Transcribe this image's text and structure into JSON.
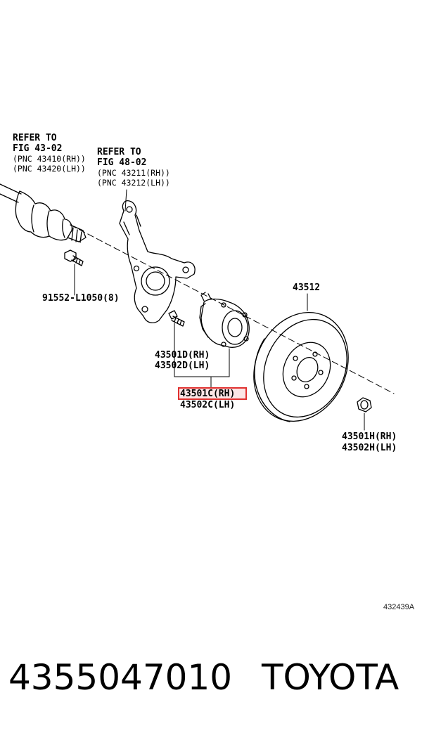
{
  "references": [
    {
      "line1": "REFER TO",
      "line2": "FIG 43-02",
      "line3": "(PNC 43410(RH))",
      "line4": "(PNC 43420(LH))"
    },
    {
      "line1": "REFER TO",
      "line2": "FIG 48-02",
      "line3": "(PNC 43211(RH))",
      "line4": "(PNC 43212(LH))"
    }
  ],
  "labels": {
    "bolt": "91552-L1050(8)",
    "rotor": "43512",
    "hub_bolt_rh": "43501D(RH)",
    "hub_bolt_lh": "43502D(LH)",
    "hub_rh": "43501C(RH)",
    "hub_lh": "43502C(LH)",
    "nut_rh": "43501H(RH)",
    "nut_lh": "43502H(LH)"
  },
  "figure_code": "432439A",
  "footer": {
    "part_number": "4355047010",
    "brand": "TOYOTA"
  },
  "colors": {
    "highlight": "#e0302f",
    "line": "#000000"
  }
}
